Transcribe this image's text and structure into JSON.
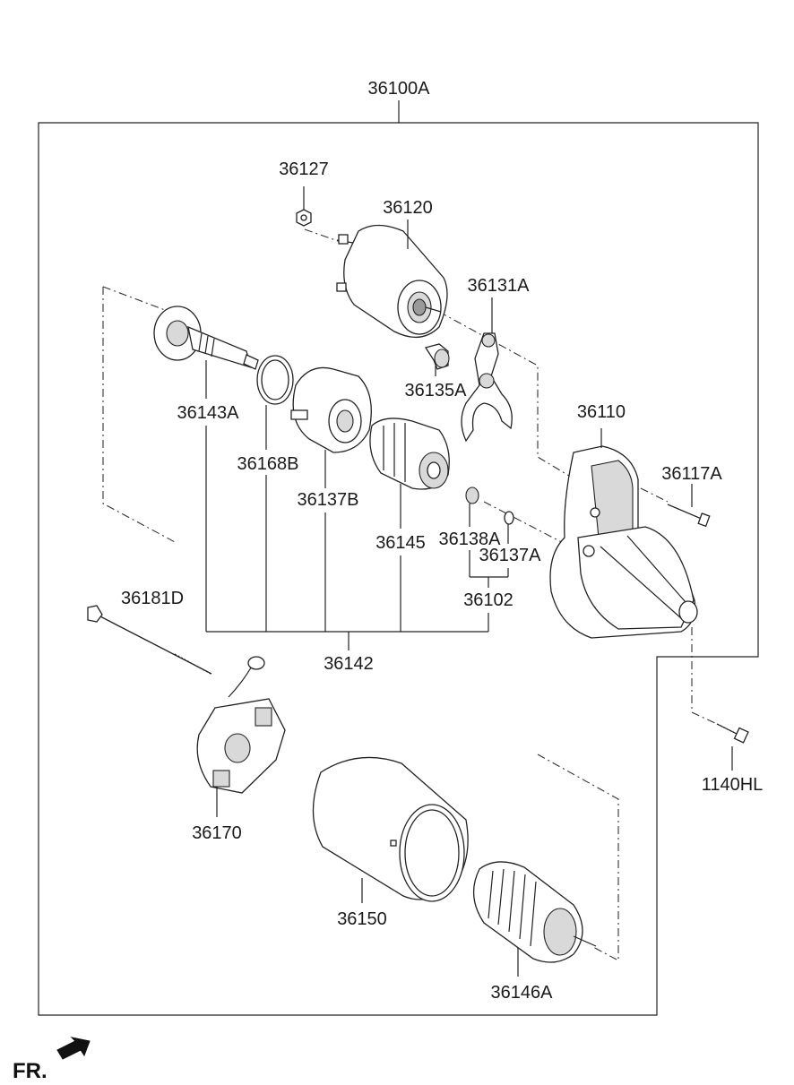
{
  "diagram": {
    "assembly_label": "36100A",
    "direction_label": "FR.",
    "parts": {
      "p36127": "36127",
      "p36120": "36120",
      "p36131A": "36131A",
      "p36135A": "36135A",
      "p36110": "36110",
      "p36117A": "36117A",
      "p36143A": "36143A",
      "p36168B": "36168B",
      "p36137B": "36137B",
      "p36145": "36145",
      "p36138A": "36138A",
      "p36137A": "36137A",
      "p36102": "36102",
      "p36181D": "36181D",
      "p36142": "36142",
      "p1140HL": "1140HL",
      "p36170": "36170",
      "p36150": "36150",
      "p36146A": "36146A"
    }
  }
}
